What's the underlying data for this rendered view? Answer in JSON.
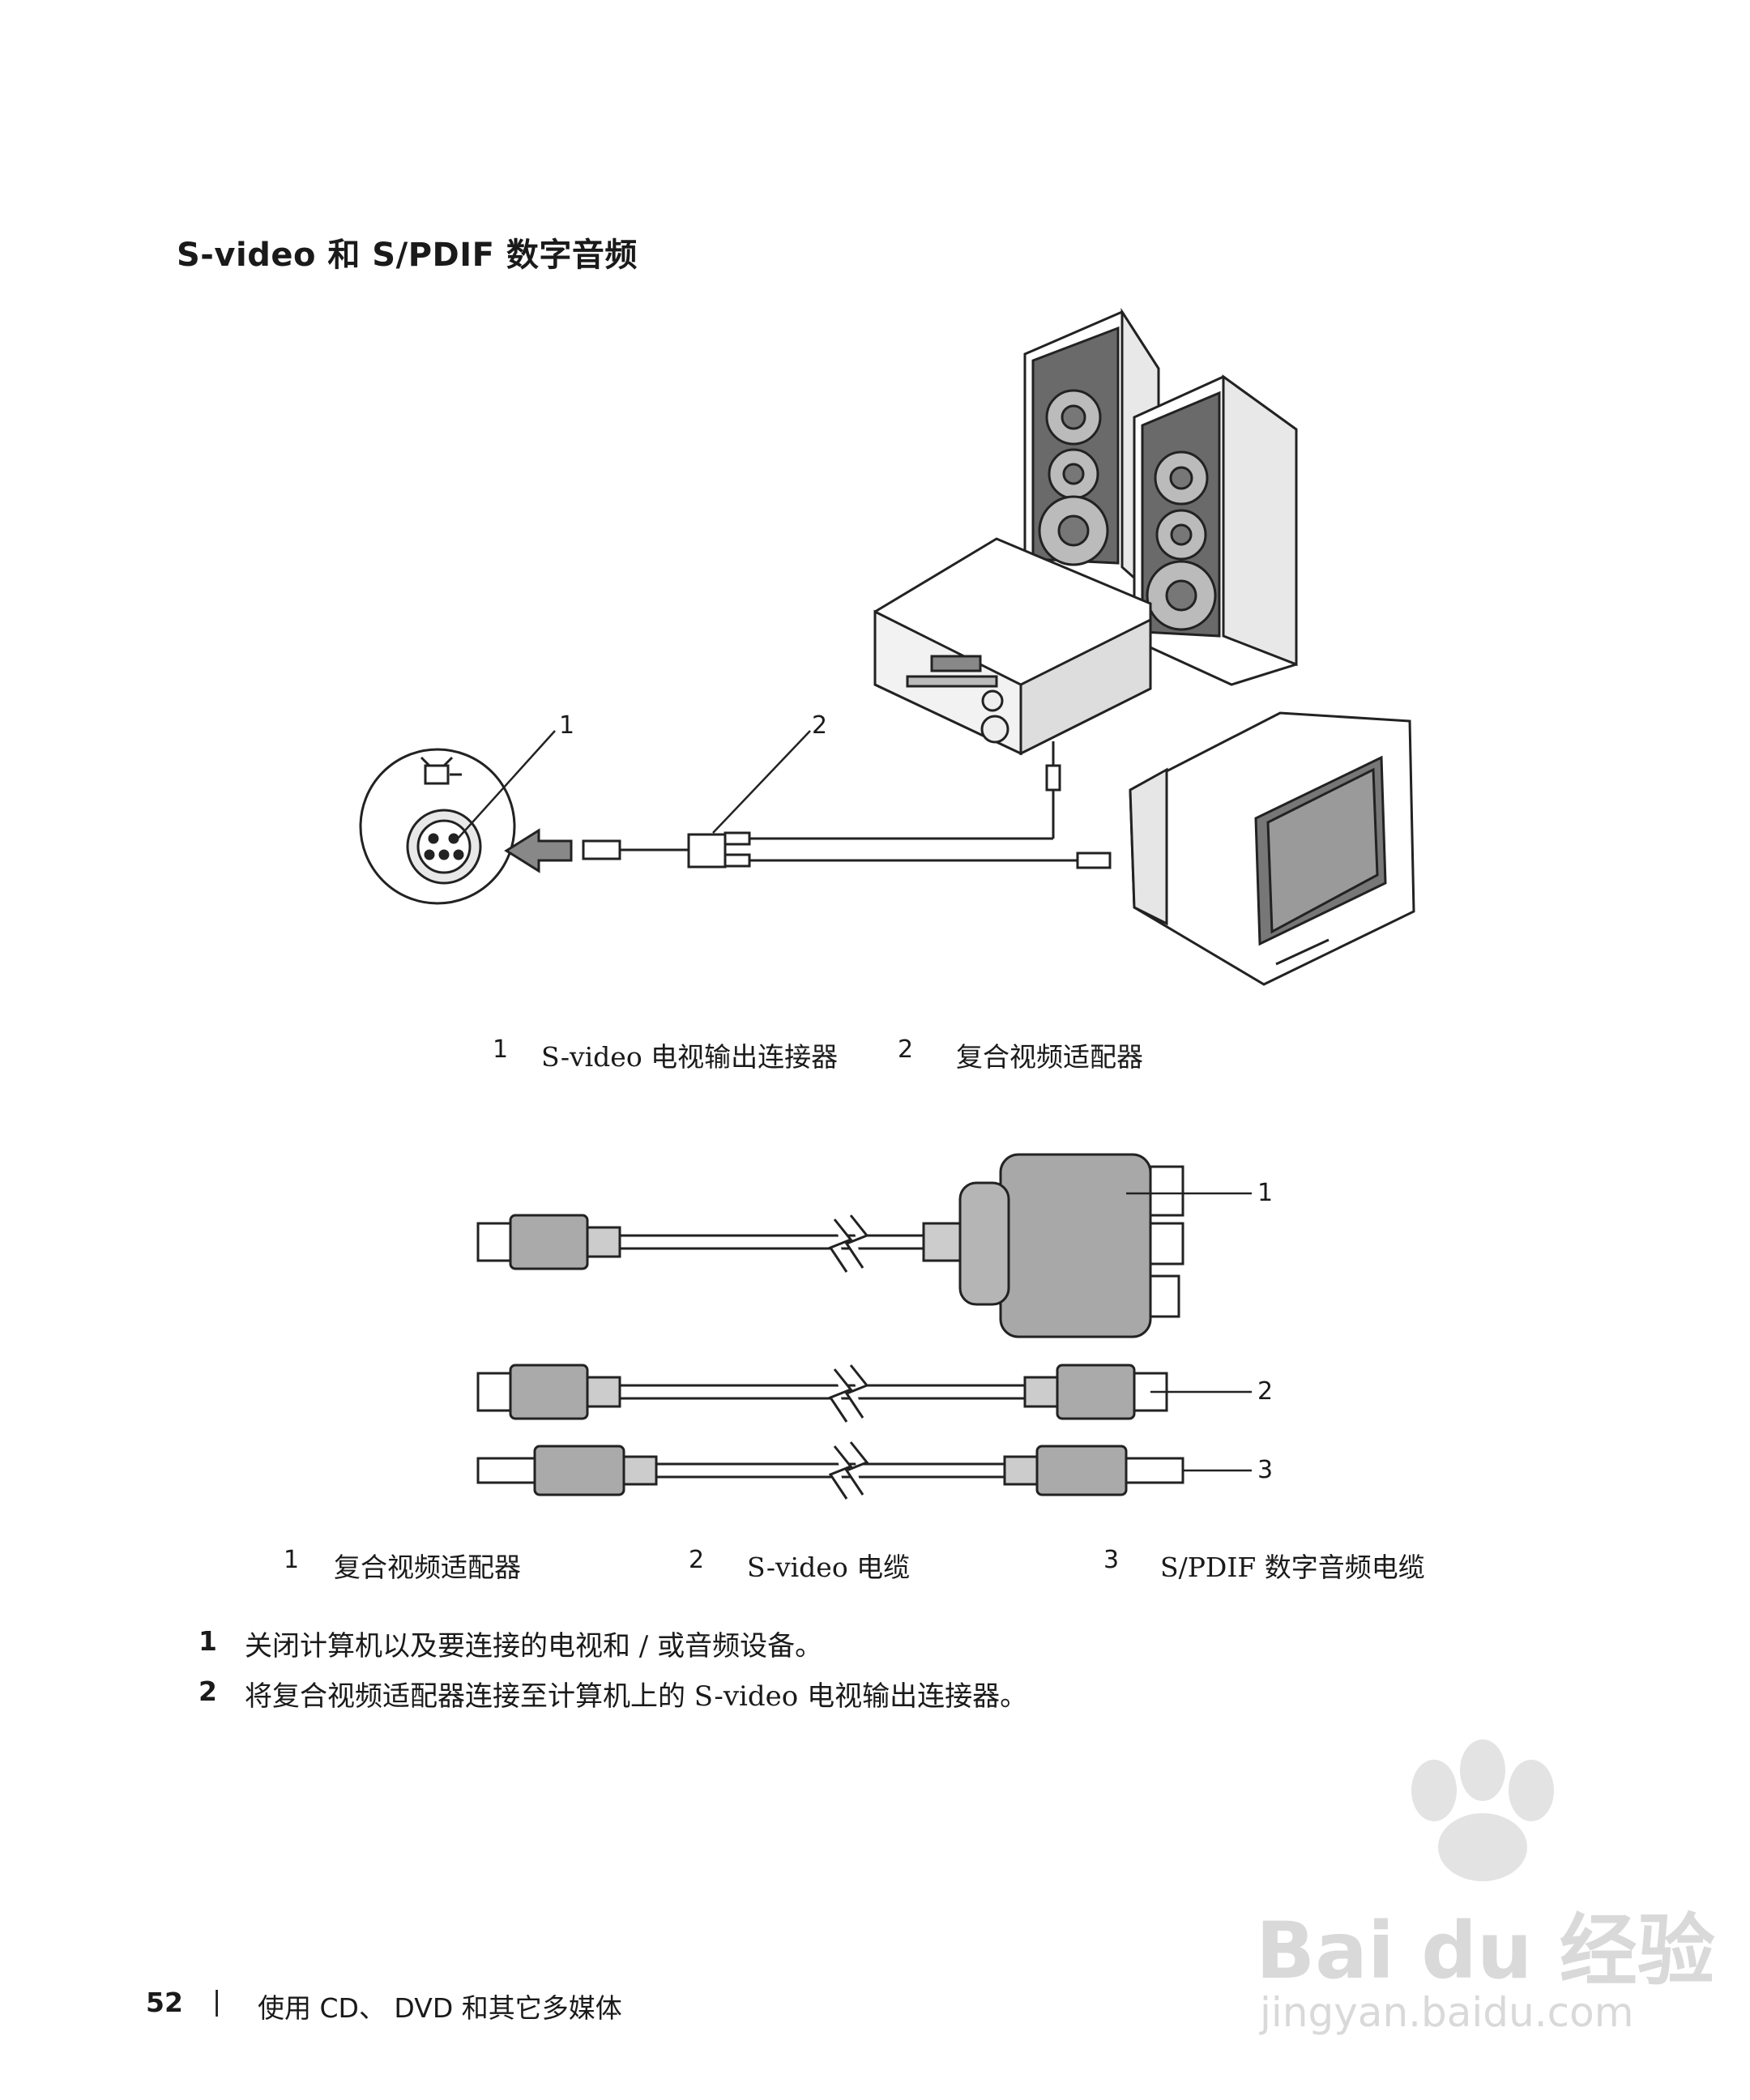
{
  "heading": "S-video 和 S/PDIF 数字音频",
  "figure1": {
    "callouts": [
      "1",
      "2"
    ],
    "captions": [
      {
        "num": "1",
        "text": "S-video 电视输出连接器"
      },
      {
        "num": "2",
        "text": "复合视频适配器"
      }
    ]
  },
  "figure2": {
    "callouts": [
      "1",
      "2",
      "3"
    ],
    "captions": [
      {
        "num": "1",
        "text": "复合视频适配器"
      },
      {
        "num": "2",
        "text": "S-video 电缆"
      },
      {
        "num": "3",
        "text": "S/PDIF 数字音频电缆"
      }
    ]
  },
  "steps": [
    {
      "num": "1",
      "text": "关闭计算机以及要连接的电视和 / 或音频设备。"
    },
    {
      "num": "2",
      "text": "将复合视频适配器连接至计算机上的 S-video 电视输出连接器。"
    }
  ],
  "footer": {
    "page_number": "52",
    "separator": "|",
    "section": "使用 CD、 DVD 和其它多媒体"
  },
  "watermark": {
    "brand": "Bai du 经验",
    "url": "jingyan.baidu.com"
  }
}
